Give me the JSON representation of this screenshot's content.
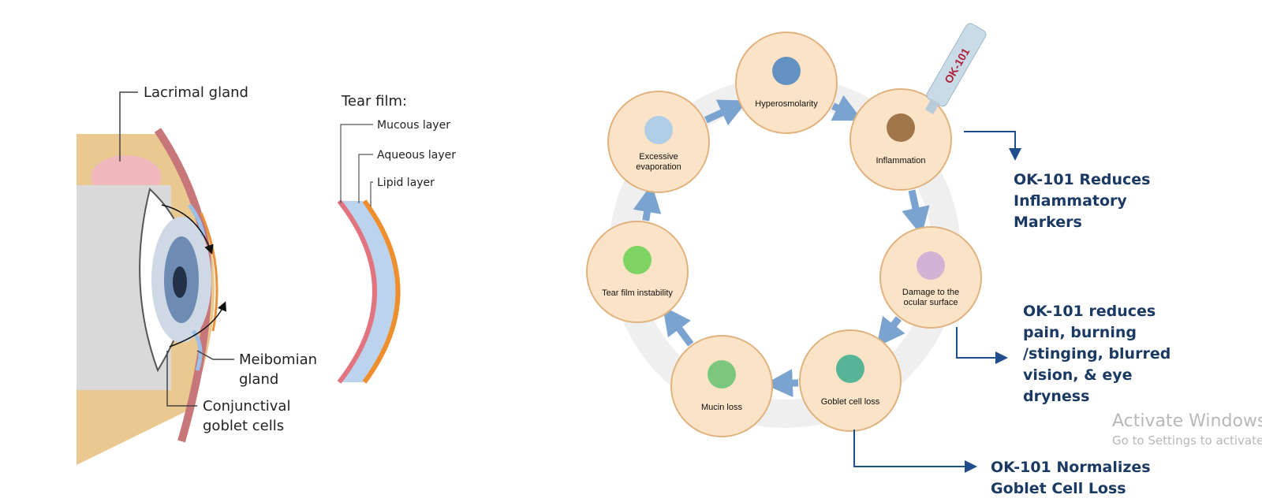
{
  "anatomy": {
    "labels": {
      "lacrimal_gland": "Lacrimal gland",
      "meibomian_gland": [
        "Meibomian",
        "gland"
      ],
      "goblet_cells": [
        "Conjunctival",
        "goblet cells"
      ]
    },
    "tear_film": {
      "title": "Tear film:",
      "layers": [
        "Mucous layer",
        "Aqueous layer",
        "Lipid layer"
      ]
    }
  },
  "cycle": {
    "stages": [
      {
        "label": [
          "Hyperosmolarity"
        ]
      },
      {
        "label": [
          "Inflammation"
        ]
      },
      {
        "label": [
          "Damage to the",
          "ocular surface"
        ]
      },
      {
        "label": [
          "Goblet cell loss"
        ]
      },
      {
        "label": [
          "Mucin loss"
        ]
      },
      {
        "label": [
          "Tear film instability"
        ]
      },
      {
        "label": [
          "Excessive",
          "evaporation"
        ]
      }
    ],
    "vial_label": "OK-101"
  },
  "notes": {
    "inflammatory": "OK-101 Reduces\nInflammatory\nMarkers",
    "symptoms": "OK-101 reduces\npain, burning\n/stinging, blurred\nvision, & eye\ndryness",
    "goblet": "OK-101 Normalizes\nGoblet Cell Loss"
  },
  "watermark": {
    "title": "Activate Windows",
    "subtitle": "Go to Settings to activate Windows."
  },
  "colors": {
    "note_text": "#1b3a63",
    "arrow_blue": "#1f4e8c",
    "circle_fill": "#fbe3c8",
    "circle_stroke": "#e0b27e",
    "cycle_arrow": "#7aa3cf"
  }
}
